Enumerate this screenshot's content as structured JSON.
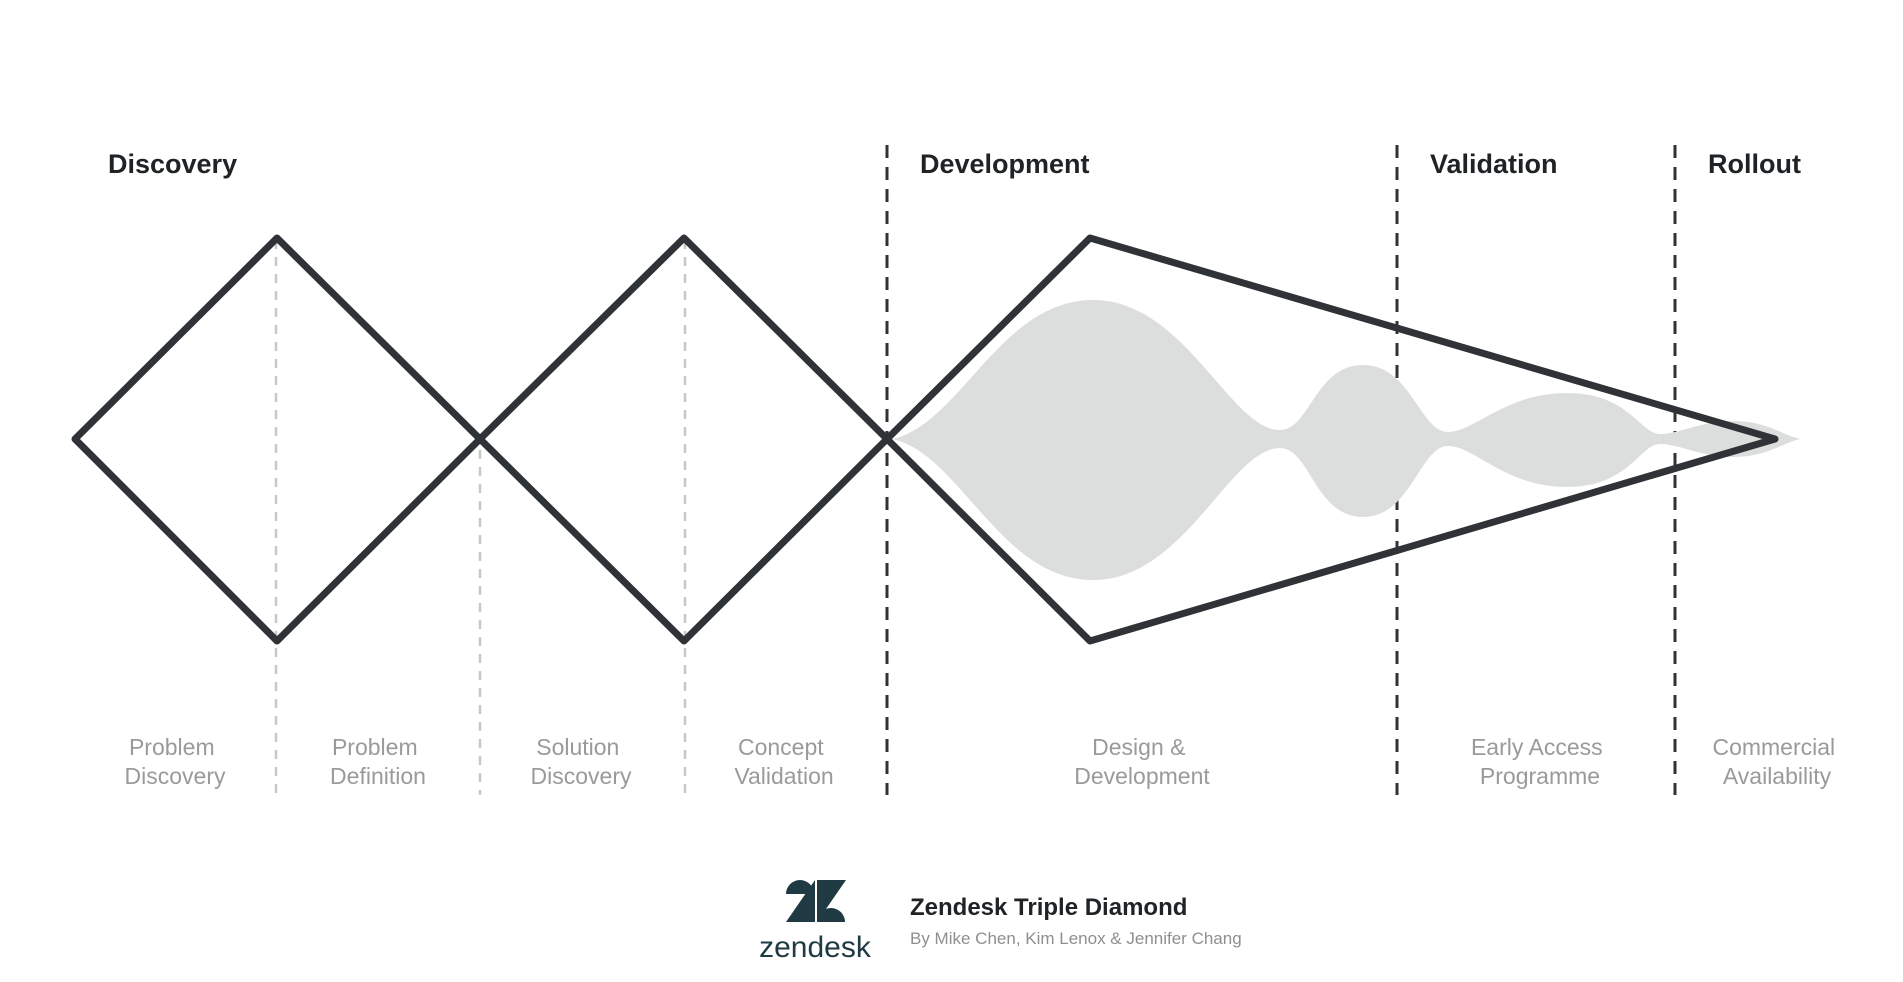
{
  "diagram": {
    "phases": [
      {
        "id": "discovery",
        "title": "Discovery"
      },
      {
        "id": "development",
        "title": "Development"
      },
      {
        "id": "validation",
        "title": "Validation"
      },
      {
        "id": "rollout",
        "title": "Rollout"
      }
    ],
    "steps": [
      {
        "id": "problem-discovery",
        "lines": [
          "Problem",
          "Discovery"
        ]
      },
      {
        "id": "problem-definition",
        "lines": [
          "Problem",
          "Definition"
        ]
      },
      {
        "id": "solution-discovery",
        "lines": [
          "Solution",
          "Discovery"
        ]
      },
      {
        "id": "concept-validation",
        "lines": [
          "Concept",
          "Validation"
        ]
      },
      {
        "id": "design-development",
        "lines": [
          "Design &",
          "Development"
        ]
      },
      {
        "id": "early-access-programme",
        "lines": [
          "Early Access",
          "Programme"
        ]
      },
      {
        "id": "commercial-availability",
        "lines": [
          "Commercial",
          "Availability"
        ]
      }
    ],
    "colors": {
      "outline": "#2f3337",
      "phase_divider": "#2f3337",
      "step_divider": "#c8c8c8",
      "blob_fill": "#dcdddd",
      "phase_title": "#1f2326",
      "step_label": "#9a9a9a"
    }
  },
  "footer": {
    "logo_icon": "zendesk-logo-icon",
    "logo_text": "zendesk",
    "logo_color": "#1f3a43",
    "title": "Zendesk Triple Diamond",
    "subtitle": "By Mike Chen, Kim Lenox & Jennifer Chang"
  }
}
